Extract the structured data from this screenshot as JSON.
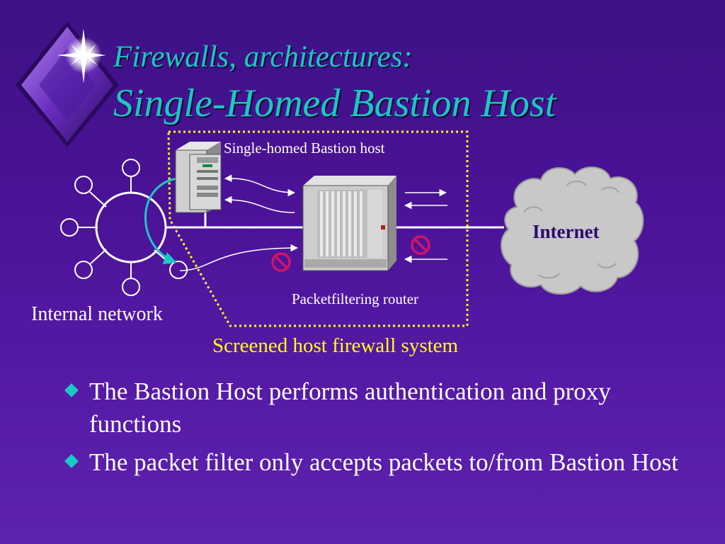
{
  "title": {
    "line1": "Firewalls, architectures:",
    "line2": "Single-Homed Bastion Host"
  },
  "diagram": {
    "bastion_label": "Single-homed Bastion host",
    "router_label": "Packetfiltering router",
    "internal_label": "Internal network",
    "internet_label": "Internet",
    "system_label": "Screened host firewall system"
  },
  "bullets": [
    "The Bastion Host performs authentication and proxy functions",
    "The packet filter only accepts packets to/from Bastion Host"
  ],
  "colors": {
    "background": "#4a1296",
    "title": "#19c9c4",
    "system_label": "#ffff1a",
    "cloud": "#c8c8c8",
    "blocked_icon": "#d1136b",
    "bullet_marker": "#19c9c4"
  },
  "icons": [
    "star-logo-icon",
    "server-icon",
    "router-icon",
    "no-entry-icon",
    "cloud-icon"
  ]
}
